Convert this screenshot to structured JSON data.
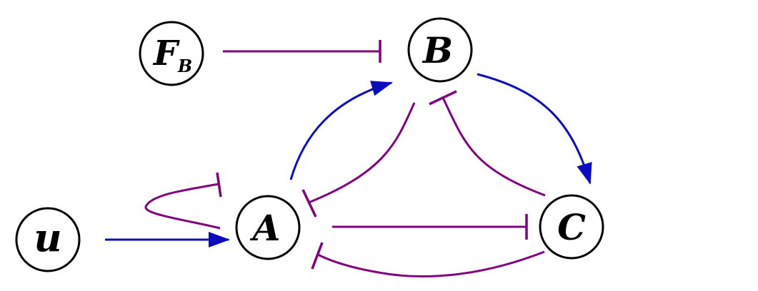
{
  "colors": {
    "activation": "#0b0bbf",
    "inhibition": "#800080",
    "node_stroke": "#000000",
    "background": "#ffffff"
  },
  "nodes": {
    "fb": {
      "label": "F",
      "subscript": "B"
    },
    "b": {
      "label": "B"
    },
    "a": {
      "label": "A"
    },
    "c": {
      "label": "C"
    },
    "u": {
      "label": "u"
    }
  },
  "edges": [
    {
      "id": "fb-inhibits-b",
      "from": "F_B",
      "to": "B",
      "type": "inhibition"
    },
    {
      "id": "a-activates-b",
      "from": "A",
      "to": "B",
      "type": "activation"
    },
    {
      "id": "b-activates-c",
      "from": "B",
      "to": "C",
      "type": "activation"
    },
    {
      "id": "u-activates-a",
      "from": "u",
      "to": "A",
      "type": "activation"
    },
    {
      "id": "b-inhibits-a",
      "from": "B",
      "to": "A",
      "type": "inhibition"
    },
    {
      "id": "c-inhibits-b",
      "from": "C",
      "to": "B",
      "type": "inhibition"
    },
    {
      "id": "a-inhibits-c",
      "from": "A",
      "to": "C",
      "type": "inhibition"
    },
    {
      "id": "c-inhibits-a",
      "from": "C",
      "to": "A",
      "type": "inhibition"
    },
    {
      "id": "a-inhibits-a",
      "from": "A",
      "to": "A",
      "type": "inhibition"
    }
  ]
}
